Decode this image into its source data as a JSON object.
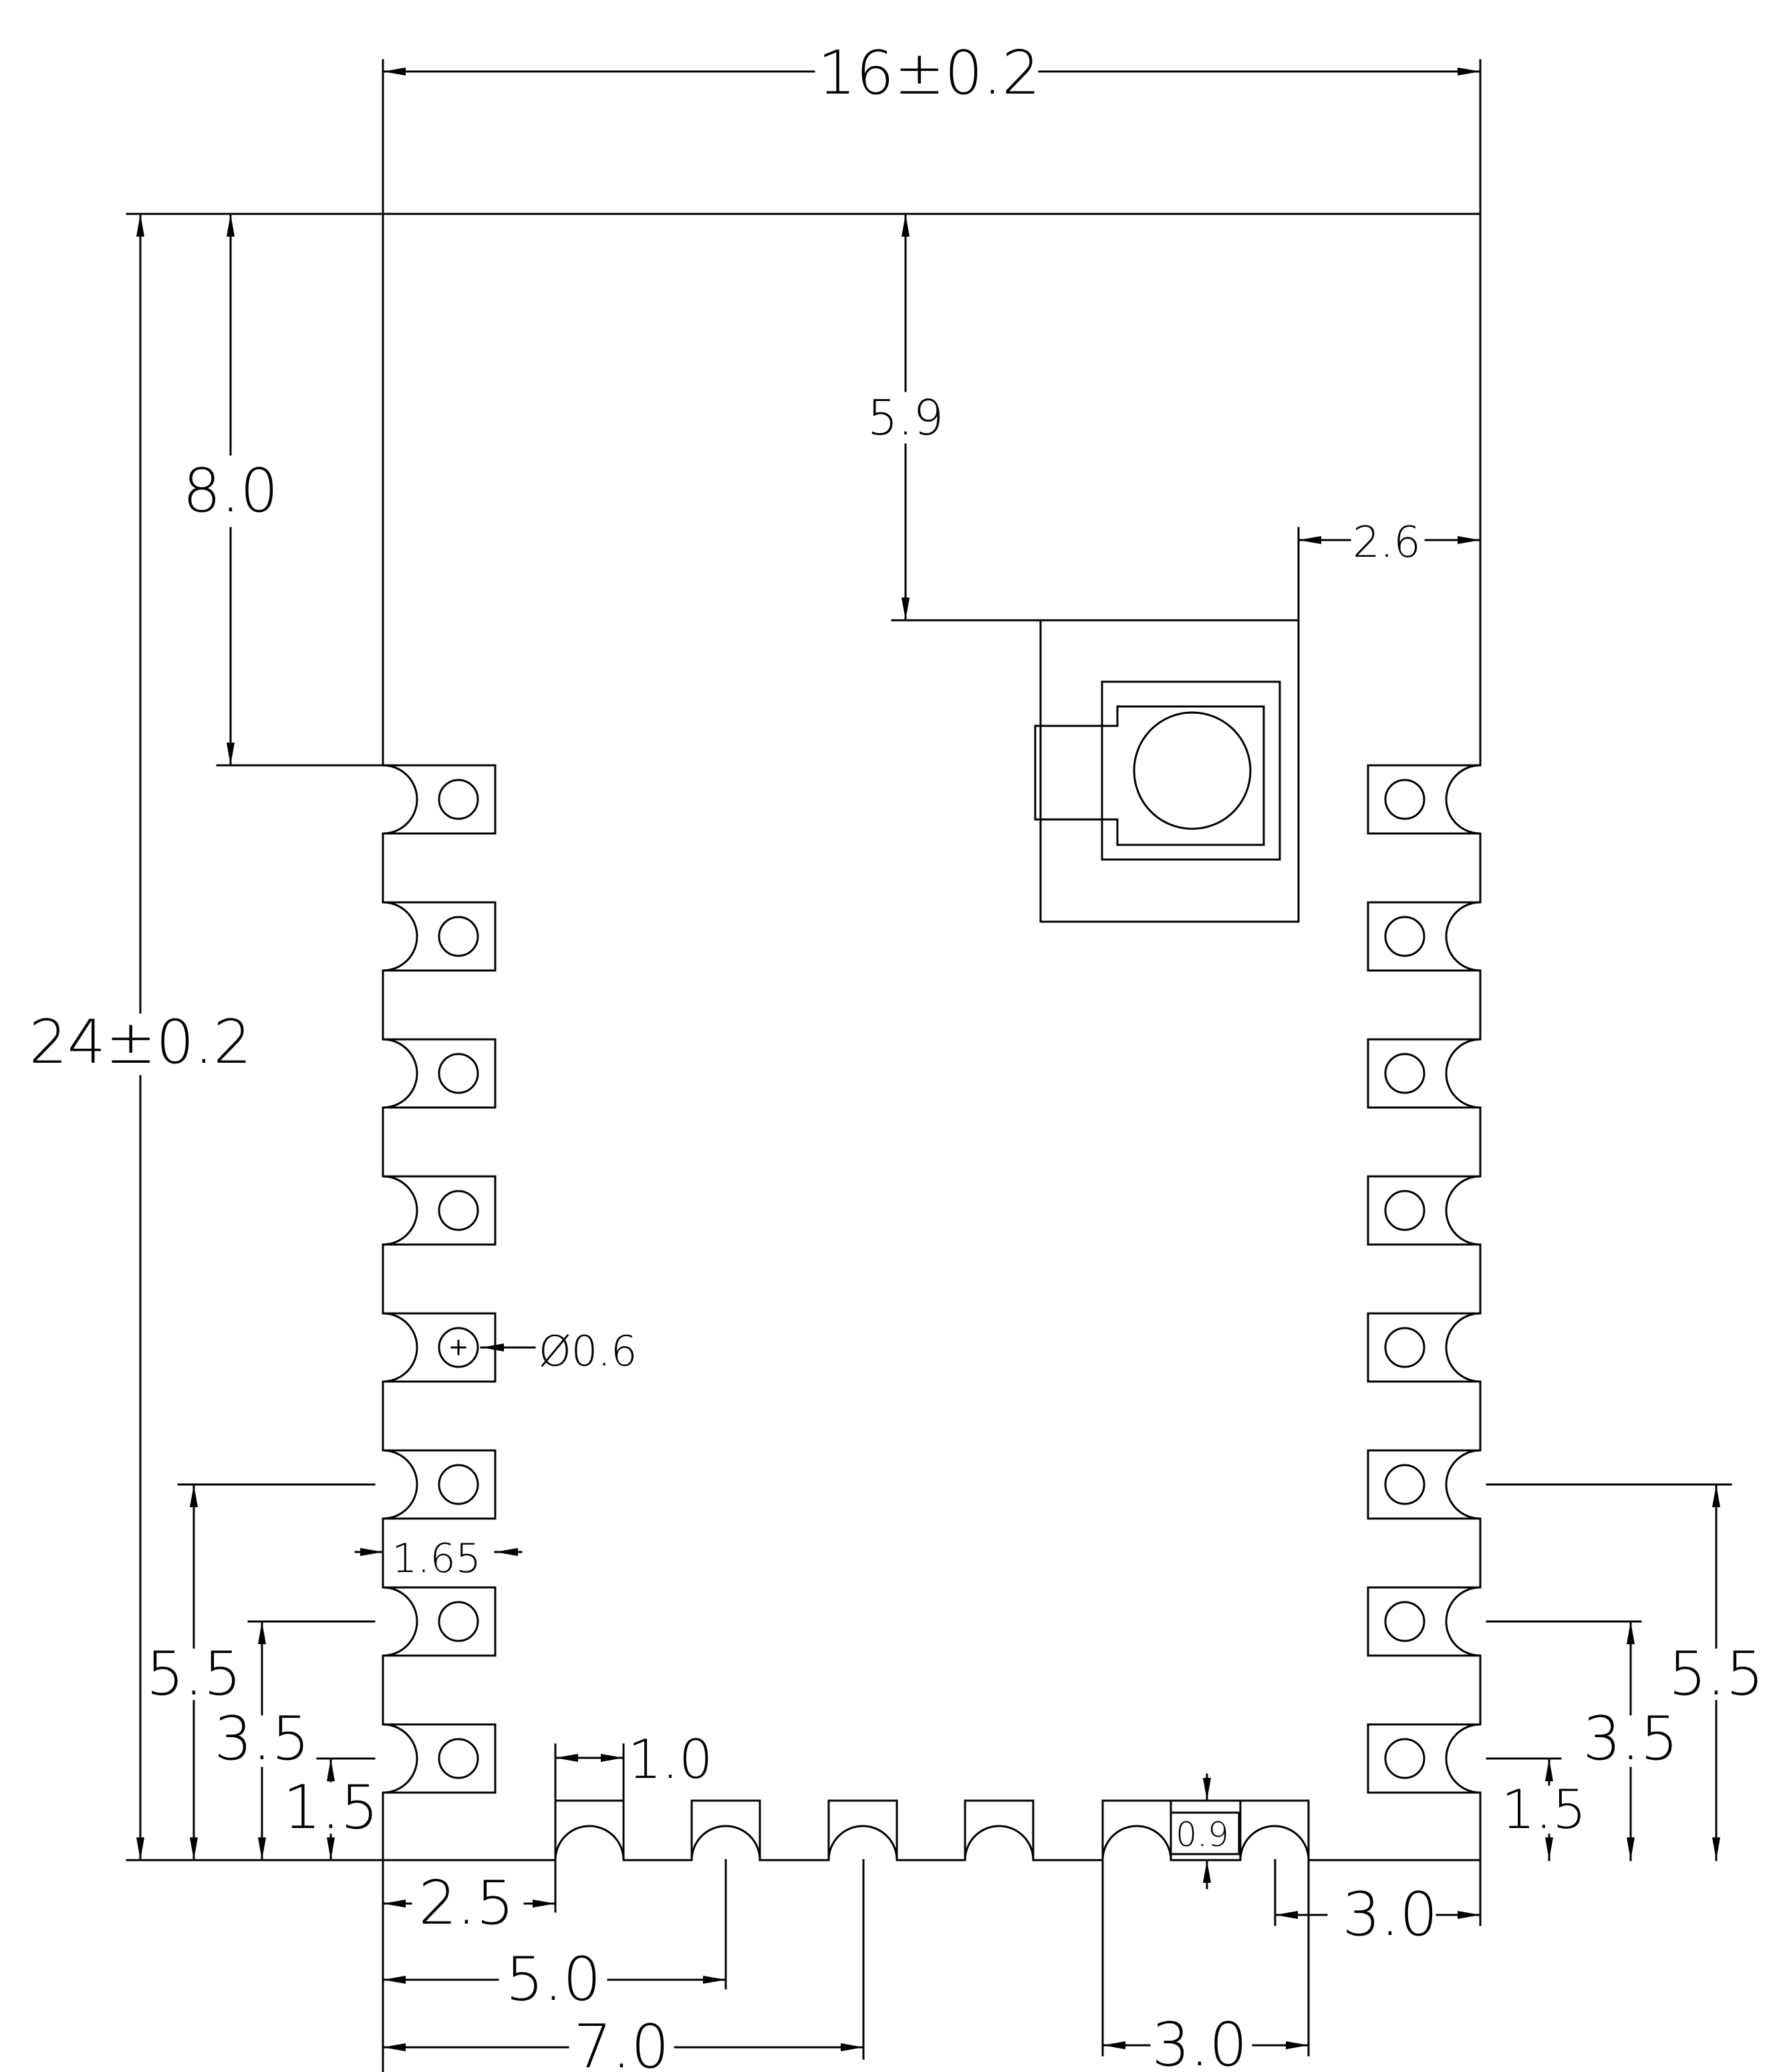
{
  "drawing": {
    "stroke_color": "#000000",
    "background": "#ffffff",
    "outline": {
      "width_mm": 16,
      "height_mm": 24
    },
    "castellated_pads": {
      "left_count": 8,
      "right_count": 8,
      "bottom_count": 6
    },
    "rf_connector": {
      "shape": "square-with-round-socket"
    }
  },
  "dimensions": {
    "width": "16±0.2",
    "height": "24±0.2",
    "top_to_first_pad": "8.0",
    "top_to_connector": "5.9",
    "connector_to_right": "2.6",
    "hole_diameter": "Ø0.6",
    "pad_length": "1.65",
    "left_5_5": "5.5",
    "left_3_5": "3.5",
    "left_1_5": "1.5",
    "right_5_5": "5.5",
    "right_3_5": "3.5",
    "right_1_5": "1.5",
    "bottom_pad_width": "1.0",
    "bottom_pad_height": "0.9",
    "bottom_2_5": "2.5",
    "bottom_5_0": "5.0",
    "bottom_7_0": "7.0",
    "bottom_right_3_0": "3.0",
    "bottom_span_3_0": "3.0"
  }
}
